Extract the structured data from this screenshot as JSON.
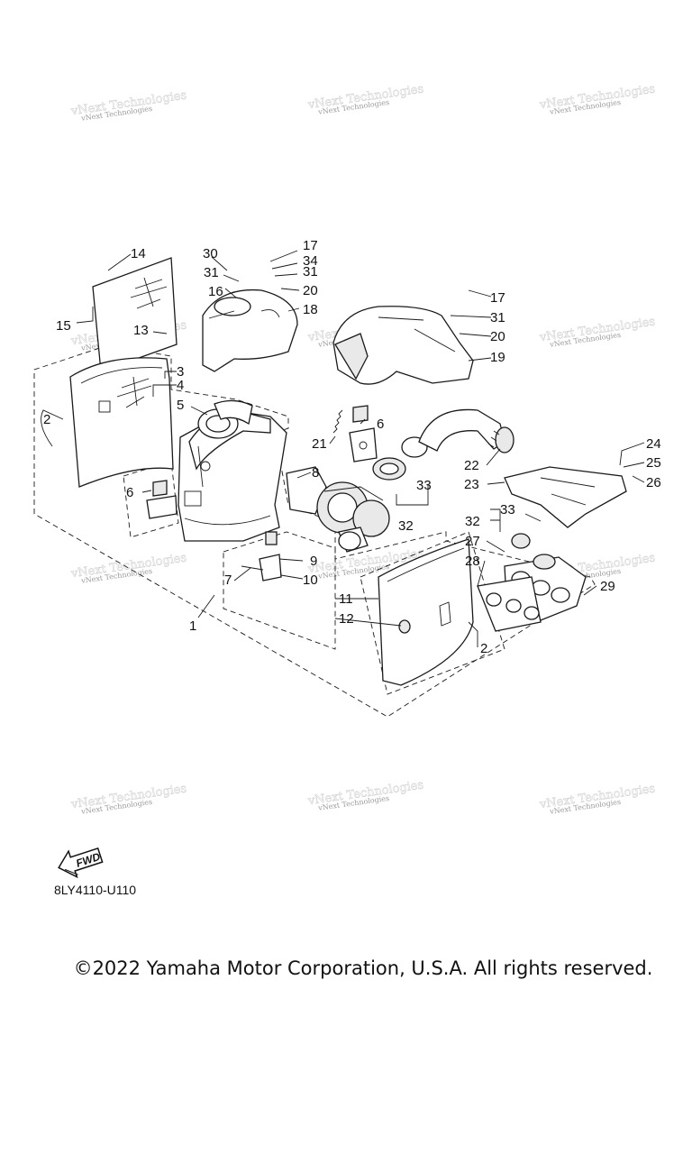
{
  "diagram": {
    "part_code": "8LY4110-U110",
    "fwd_label": "FWD",
    "copyright": "©2022 Yamaha Motor Corporation, U.S.A. All rights reserved.",
    "watermark": "vNext Technologies",
    "callouts": {
      "c1": "1",
      "c2a": "2",
      "c2b": "2",
      "c3": "3",
      "c4": "4",
      "c5": "5",
      "c6a": "6",
      "c6b": "6",
      "c7": "7",
      "c8": "8",
      "c9": "9",
      "c10": "10",
      "c11": "11",
      "c12": "12",
      "c13": "13",
      "c14": "14",
      "c15": "15",
      "c16": "16",
      "c17a": "17",
      "c17b": "17",
      "c18": "18",
      "c19": "19",
      "c20a": "20",
      "c20b": "20",
      "c21": "21",
      "c22": "22",
      "c23": "23",
      "c24": "24",
      "c25": "25",
      "c26": "26",
      "c27": "27",
      "c28": "28",
      "c29": "29",
      "c30": "30",
      "c31a": "31",
      "c31b": "31",
      "c31c": "31",
      "c32a": "32",
      "c32b": "32",
      "c33a": "33",
      "c33b": "33",
      "c34": "34"
    }
  }
}
